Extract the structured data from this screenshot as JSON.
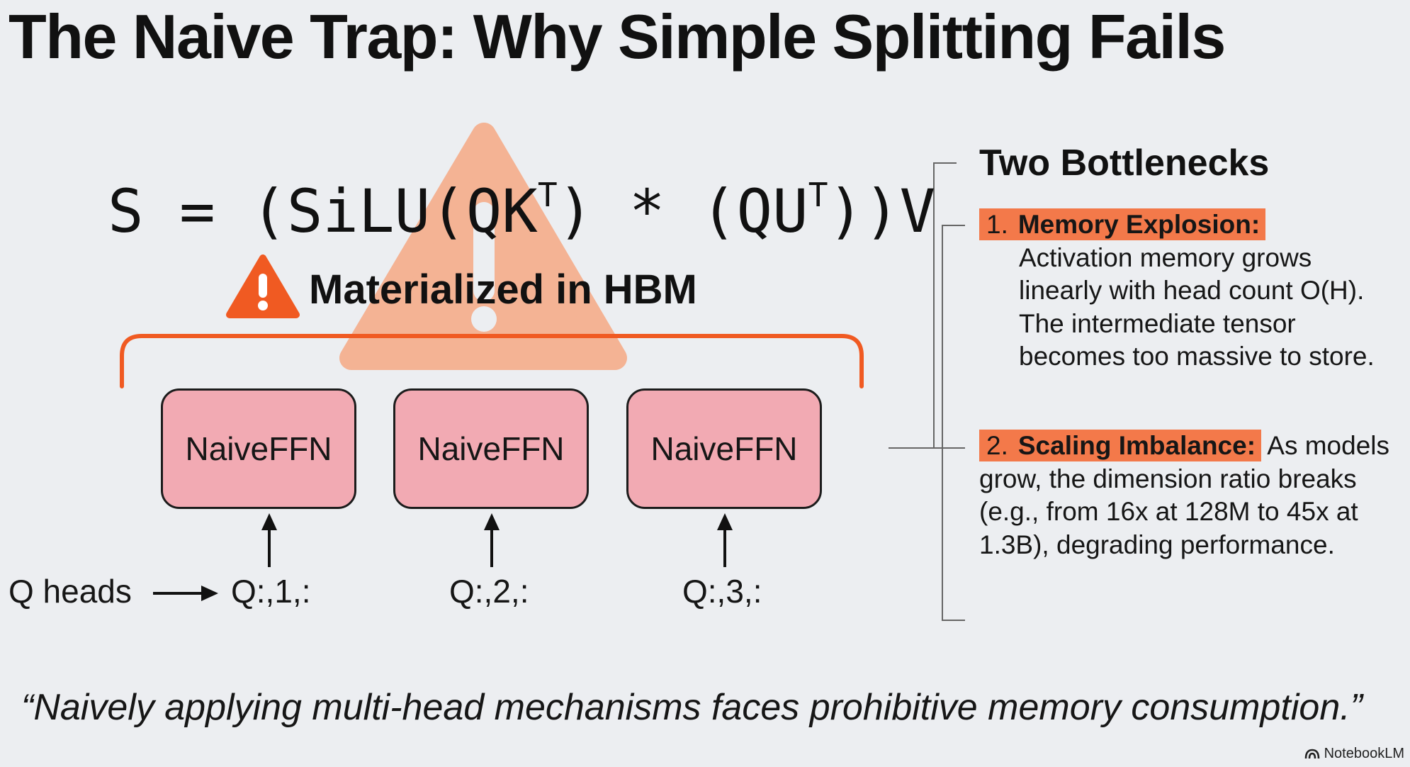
{
  "title": "The Naive Trap: Why Simple Splitting Fails",
  "formula": {
    "prefix": "S = (SiLU(QK",
    "sup1": "T",
    "middle": ") * (QU",
    "sup2": "T",
    "suffix": "))V"
  },
  "warning": {
    "label": "Materialized in HBM",
    "icon": "warning-triangle-icon"
  },
  "ffn_boxes": [
    {
      "label": "NaiveFFN"
    },
    {
      "label": "NaiveFFN"
    },
    {
      "label": "NaiveFFN"
    }
  ],
  "q_heads_label": "Q heads",
  "q_slices": [
    "Q:,1,:",
    "Q:,2,:",
    "Q:,3,:"
  ],
  "bottlenecks": {
    "title": "Two Bottlenecks",
    "items": [
      {
        "number": "1.",
        "heading": "Memory Explosion:",
        "text": "Activation memory grows linearly with head count O(H). The intermediate tensor becomes too massive to store."
      },
      {
        "number": "2.",
        "heading": "Scaling Imbalance:",
        "text": "As models grow, the dimension ratio breaks (e.g., from 16x at 128M to 45x at 1.3B), degrading performance."
      }
    ]
  },
  "quote": "“Naively applying multi-head mechanisms faces prohibitive memory consumption.”",
  "brand": "NotebookLM",
  "colors": {
    "background": "#eceef1",
    "accent_orange": "#f3794a",
    "warning_orange": "#f05a22",
    "ffn_fill": "#f2aab3"
  }
}
